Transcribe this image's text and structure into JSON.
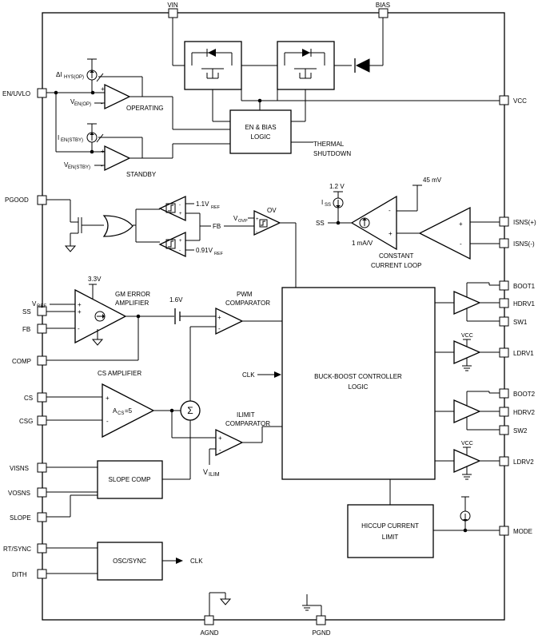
{
  "pins": {
    "vin": "VIN",
    "bias": "BIAS",
    "en_uvlo": "EN/UVLO",
    "vcc": "VCC",
    "pgood": "PGOOD",
    "isns_pos": "ISNS(+)",
    "isns_neg": "ISNS(-)",
    "ss": "SS",
    "fb": "FB",
    "comp": "COMP",
    "cs": "CS",
    "csg": "CSG",
    "visns": "VISNS",
    "vosns": "VOSNS",
    "slope": "SLOPE",
    "rt_sync": "RT/SYNC",
    "dith": "DITH",
    "boot1": "BOOT1",
    "hdrv1": "HDRV1",
    "sw1": "SW1",
    "ldrv1": "LDRV1",
    "boot2": "BOOT2",
    "hdrv2": "HDRV2",
    "sw2": "SW2",
    "ldrv2": "LDRV2",
    "mode": "MODE",
    "agnd": "AGND",
    "pgnd": "PGND"
  },
  "blocks": {
    "en_bias_line1": "EN & BIAS",
    "en_bias_line2": "LOGIC",
    "controller_line1": "BUCK-BOOST CONTROLLER",
    "controller_line2": "LOGIC",
    "slope_comp": "SLOPE COMP",
    "osc_sync": "OSC/SYNC",
    "hiccup_line1": "HICCUP CURRENT",
    "hiccup_line2": "LIMIT"
  },
  "labels": {
    "operating": "OPERATING",
    "standby": "STANDBY",
    "thermal_line1": "THERMAL",
    "thermal_line2": "SHUTDOWN",
    "dihys_main": "ΔI",
    "dihys_sub": "HYS(OP)",
    "ien_main": "I",
    "ien_sub": "EN(STBY)",
    "venop_main": "V",
    "venop_sub": "EN(OP)",
    "venstby_main": "V",
    "venstby_sub": "EN(STBY)",
    "ref_hi_main": "1.1V",
    "ref_hi_sub": "REF",
    "ref_lo_main": "0.91V",
    "ref_lo_sub": "REF",
    "fb_node": "FB",
    "vovp_main": "V",
    "vovp_sub": "OVP",
    "ov": "OV",
    "v_1p2": "1.2 V",
    "iss_main": "I",
    "iss_sub": "SS",
    "ss_node": "SS",
    "mv45": "45 mV",
    "gm_ccl": "1 mA/V",
    "ccl_line1": "CONSTANT",
    "ccl_line2": "CURRENT LOOP",
    "v3p3": "3.3V",
    "gm_line1": "GM ERROR",
    "gm_line2": "AMPLIFIER",
    "vref_main": "V",
    "vref_sub": "REF",
    "v1p6": "1.6V",
    "pwm_line1": "PWM",
    "pwm_line2": "COMPARATOR",
    "clk_in": "CLK",
    "cs_amp": "CS AMPLIFIER",
    "acs_main": "A",
    "acs_sub": "CS",
    "acs_val": "=5",
    "ilimit_line1": "ILIMIT",
    "ilimit_line2": "COMPARATOR",
    "vilim_main": "V",
    "vilim_sub": "ILIM",
    "clk_out": "CLK",
    "sigma": "Σ",
    "vcc_drv1": "VCC",
    "vcc_drv2": "VCC",
    "plus": "+",
    "minus": "-"
  }
}
